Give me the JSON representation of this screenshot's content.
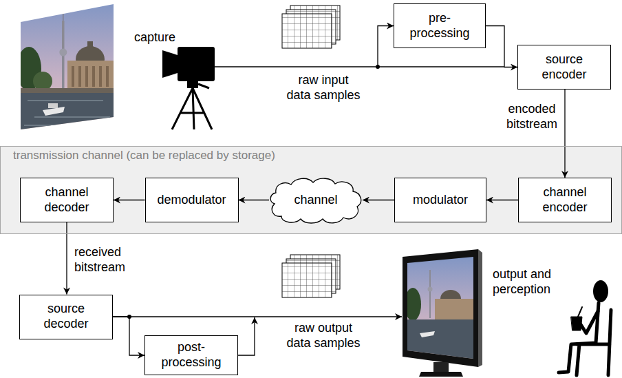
{
  "diagram": {
    "nodes": [
      {
        "text": [
          "pre- processing"
        ]
      },
      {
        "text": [
          "source encoder"
        ]
      },
      {
        "text": [
          "transmission channel (can be replaced by storage)"
        ]
      },
      {
        "text": [
          "channel decoder"
        ],
        "in": 2
      },
      {
        "text": [
          "demodulator"
        ],
        "in": 2
      },
      {
        "text": [
          "channel"
        ],
        "in": 2
      },
      {
        "text": [
          "modulator"
        ],
        "in": 2
      },
      {
        "text": [
          "channel encoder"
        ],
        "in": 2
      },
      {
        "text": [
          "source decoder"
        ]
      },
      {
        "text": [
          "post- processing"
        ]
      }
    ],
    "edges": [
      {
        "from": 0,
        "to": 1,
        "arrow": "to"
      },
      {
        "from": 1,
        "to": 7,
        "arrow": "to",
        "label": "encoded bitstream"
      },
      {
        "from": 7,
        "to": 6,
        "arrow": "to"
      },
      {
        "from": 6,
        "to": 5,
        "arrow": "to"
      },
      {
        "from": 5,
        "to": 4,
        "arrow": "to"
      },
      {
        "from": 4,
        "to": 3,
        "arrow": "to"
      },
      {
        "from": 3,
        "to": 8,
        "arrow": "to",
        "label": "received bitstream"
      },
      {
        "from": 8,
        "to": 9,
        "arrow": "to"
      }
    ],
    "labels": [
      "capture",
      "raw input data samples",
      "raw output data samples",
      "output and perception"
    ]
  }
}
